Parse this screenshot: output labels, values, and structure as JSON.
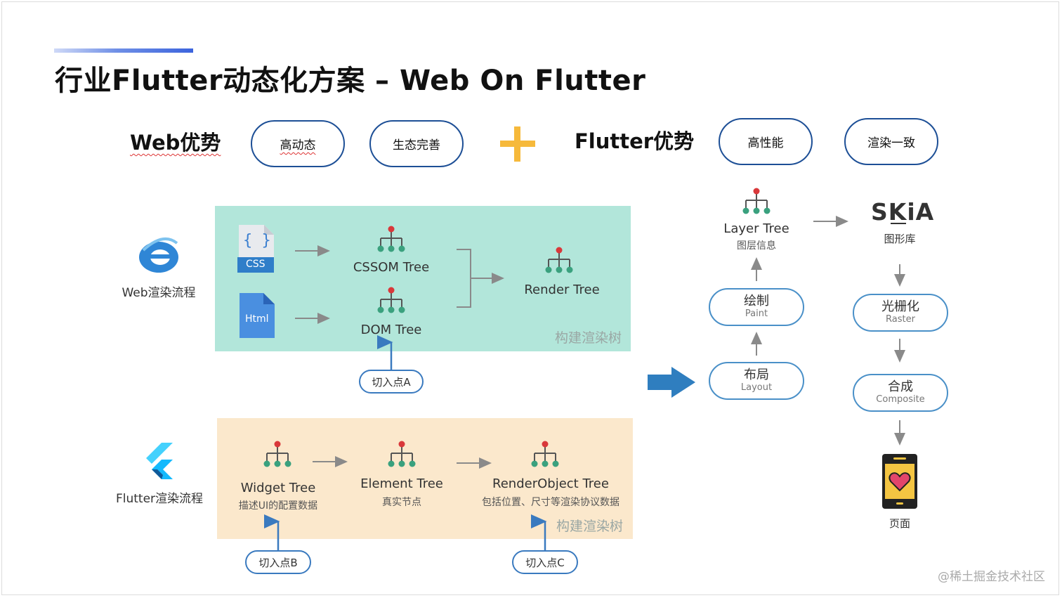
{
  "title": "行业Flutter动态化方案 – Web On Flutter",
  "advantages": {
    "web_label": "Web优势",
    "web_items": [
      "高动态",
      "生态完善"
    ],
    "flutter_label": "Flutter优势",
    "flutter_items": [
      "高性能",
      "渲染一致"
    ]
  },
  "web_flow": {
    "label": "Web渲染流程",
    "css_icon_text": "CSS",
    "css_braces": "{ }",
    "html_icon_text": "Html",
    "cssom_tree": "CSSOM Tree",
    "dom_tree": "DOM Tree",
    "render_tree": "Render Tree",
    "panel_note": "构建渲染树",
    "entry_a": "切入点A"
  },
  "flutter_flow": {
    "label": "Flutter渲染流程",
    "widget_tree": "Widget Tree",
    "widget_sub": "描述UI的配置数据",
    "element_tree": "Element Tree",
    "element_sub": "真实节点",
    "renderobject_tree": "RenderObject Tree",
    "renderobject_sub": "包括位置、尺寸等渲染协议数据",
    "panel_note": "构建渲染树",
    "entry_b": "切入点B",
    "entry_c": "切入点C"
  },
  "pipeline": {
    "layer_tree": "Layer Tree",
    "layer_sub": "图层信息",
    "paint_cn": "绘制",
    "paint_en": "Paint",
    "layout_cn": "布局",
    "layout_en": "Layout",
    "skia_logo": "SKiA",
    "skia_sub": "图形库",
    "raster_cn": "光栅化",
    "raster_en": "Raster",
    "composite_cn": "合成",
    "composite_en": "Composite",
    "page_label": "页面"
  },
  "watermark": "@稀土掘金技术社区",
  "colors": {
    "accent_blue": "#3c64dd",
    "pill_border": "#1d4f96",
    "plus_yellow": "#f6b93b",
    "web_panel": "#b2e6da",
    "flutter_panel": "#fbe8cc",
    "tree_red": "#d9383a",
    "tree_green": "#3aa17e",
    "big_arrow": "#2f7ebf"
  }
}
